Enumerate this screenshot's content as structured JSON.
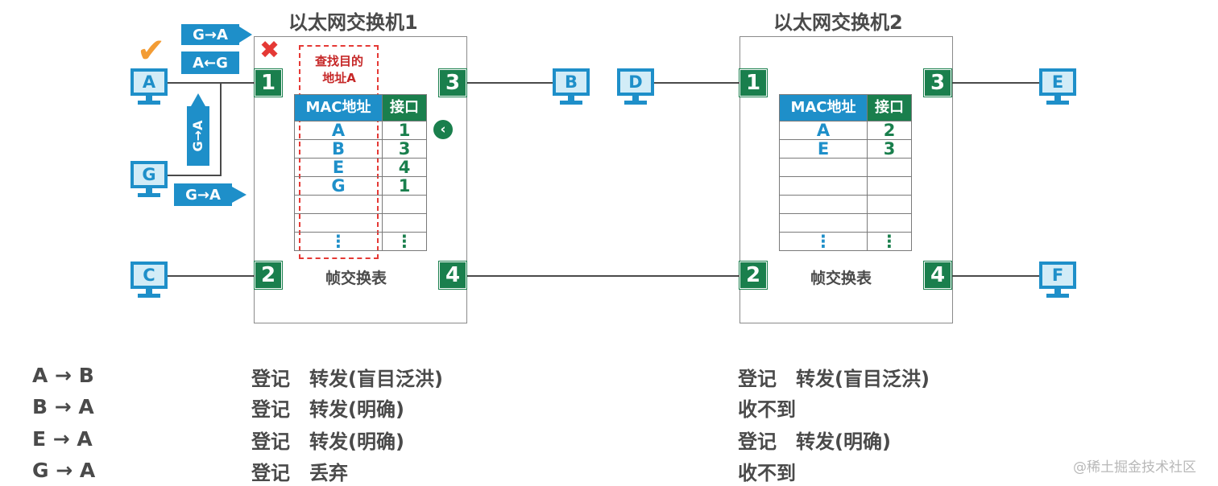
{
  "switches": [
    {
      "title": "以太网交换机1",
      "table_headers": [
        "MAC地址",
        "接口"
      ],
      "rows": [
        [
          "A",
          "1"
        ],
        [
          "B",
          "3"
        ],
        [
          "E",
          "4"
        ],
        [
          "G",
          "1"
        ],
        [
          "",
          ""
        ],
        [
          "",
          ""
        ]
      ],
      "ellipsis": [
        "⋮",
        "⋮"
      ],
      "caption": "帧交换表",
      "ports": [
        "1",
        "2",
        "3",
        "4"
      ]
    },
    {
      "title": "以太网交换机2",
      "table_headers": [
        "MAC地址",
        "接口"
      ],
      "rows": [
        [
          "A",
          "2"
        ],
        [
          "E",
          "3"
        ],
        [
          "",
          ""
        ],
        [
          "",
          ""
        ],
        [
          "",
          ""
        ],
        [
          "",
          ""
        ]
      ],
      "ellipsis": [
        "⋮",
        "⋮"
      ],
      "caption": "帧交换表",
      "ports": [
        "1",
        "2",
        "3",
        "4"
      ]
    }
  ],
  "hosts": {
    "A": "A",
    "B": "B",
    "C": "C",
    "D": "D",
    "E": "E",
    "F": "F",
    "G": "G"
  },
  "frame_tags": {
    "top1": "G→A",
    "top2": "A←G",
    "vertical": "G→A",
    "bottom": "G→A"
  },
  "search_note": [
    "查找目的",
    "地址A"
  ],
  "flows": [
    {
      "label": "A → B",
      "sw1": "登记　转发(盲目泛洪)",
      "sw2": "登记　转发(盲目泛洪)"
    },
    {
      "label": "B → A",
      "sw1": "登记　转发(明确)",
      "sw2": "收不到"
    },
    {
      "label": "E → A",
      "sw1": "登记　转发(明确)",
      "sw2": "登记　转发(明确)"
    },
    {
      "label": "G → A",
      "sw1": "登记　丢弃",
      "sw2": "收不到"
    }
  ],
  "watermark": "@稀土掘金技术社区",
  "colors": {
    "blue": "#1e8fc9",
    "green": "#1a7f4d",
    "red": "#e53935",
    "orange": "#f39c34"
  }
}
